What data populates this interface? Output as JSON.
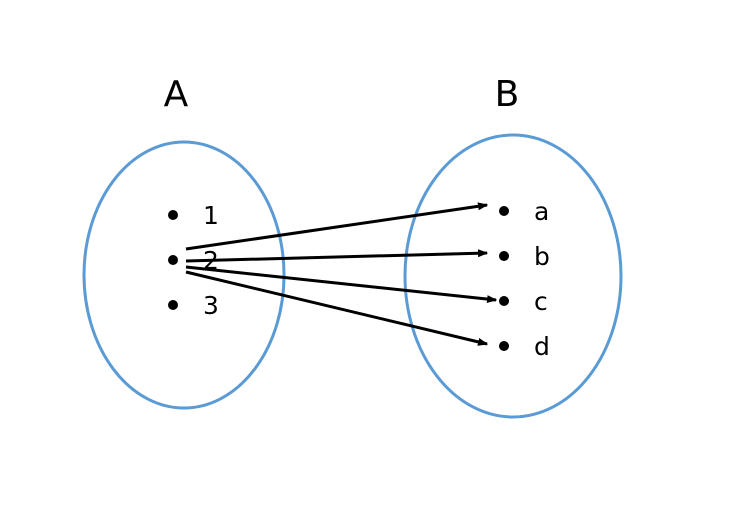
{
  "diagram": {
    "type": "mapping-diagram",
    "colors": {
      "set_outline": "#5B9BD5",
      "ink": "#000000"
    },
    "sets": [
      {
        "id": "A",
        "title": "A",
        "elements": [
          "1",
          "2",
          "3"
        ]
      },
      {
        "id": "B",
        "title": "B",
        "elements": [
          "a",
          "b",
          "c",
          "d"
        ]
      }
    ],
    "mappings": [
      {
        "from": "2",
        "to": "a"
      },
      {
        "from": "2",
        "to": "b"
      },
      {
        "from": "2",
        "to": "c"
      },
      {
        "from": "2",
        "to": "d"
      }
    ]
  }
}
